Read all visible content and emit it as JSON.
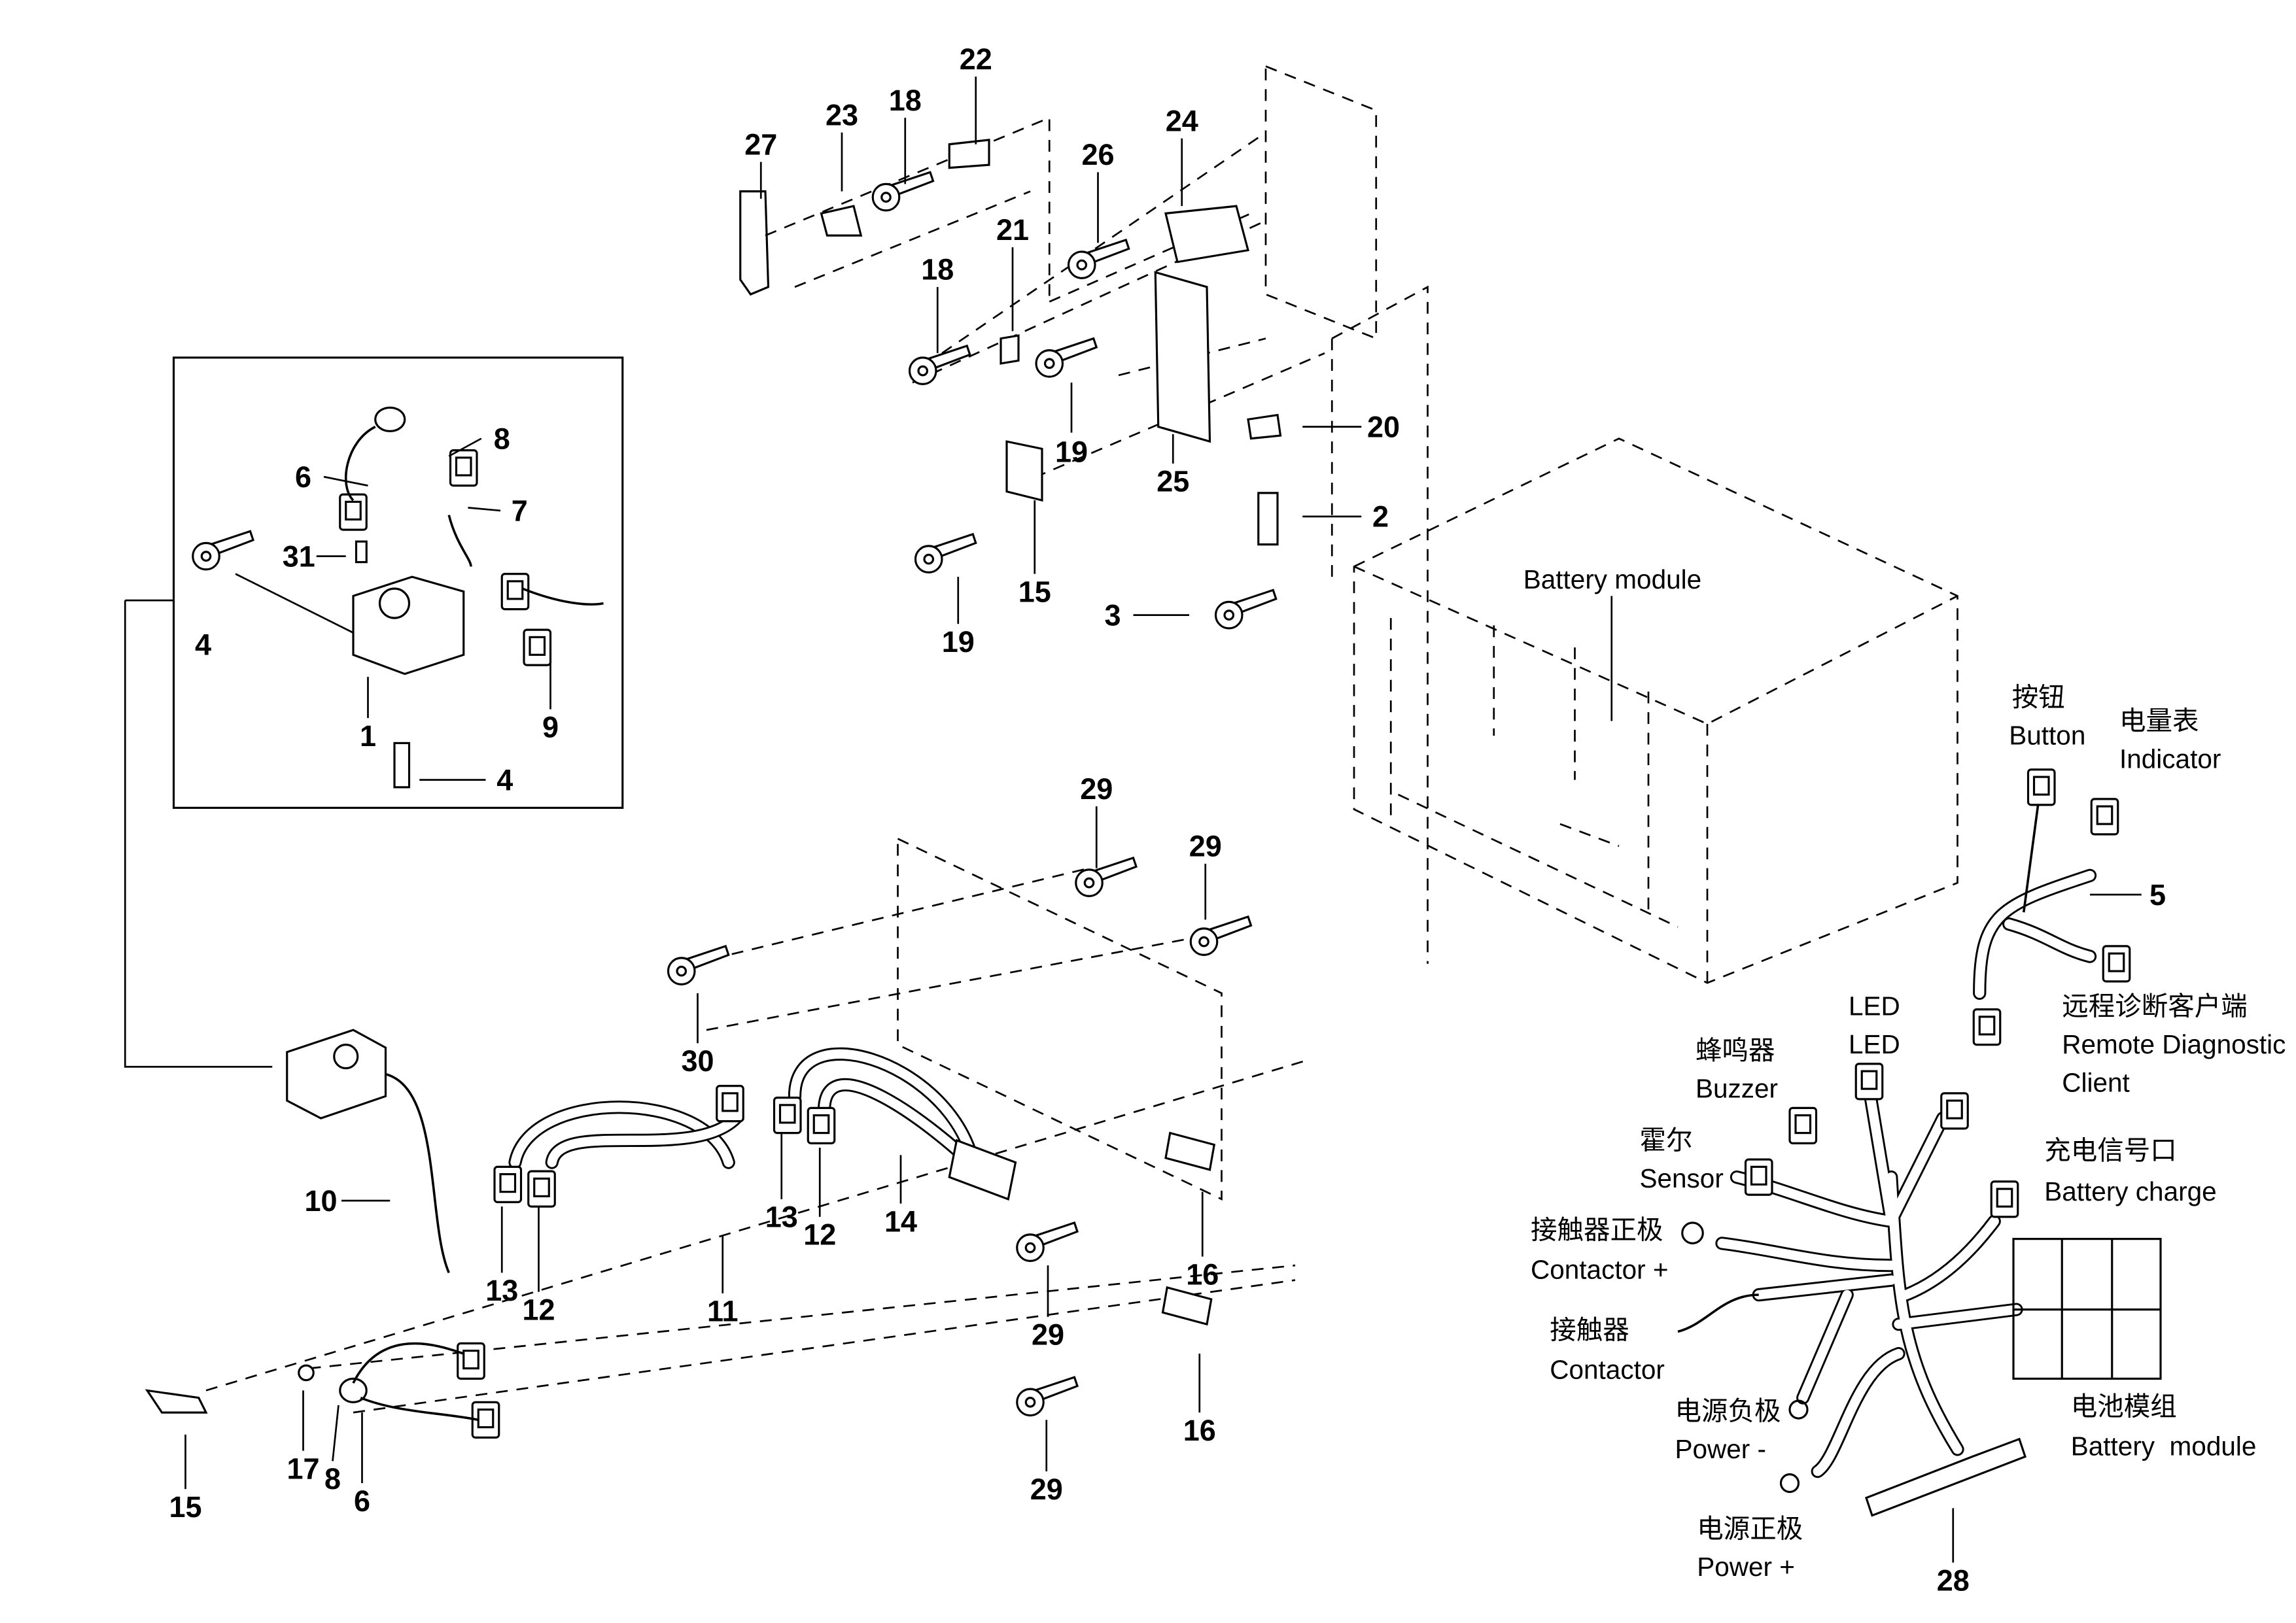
{
  "diagram": {
    "type": "exploded parts diagram",
    "callouts": [
      "27",
      "23",
      "18",
      "22",
      "24",
      "26",
      "21",
      "18",
      "19",
      "25",
      "20",
      "2",
      "15",
      "19",
      "3",
      "8",
      "6",
      "7",
      "31",
      "4",
      "1",
      "9",
      "4",
      "29",
      "29",
      "30",
      "10",
      "13",
      "12",
      "11",
      "13",
      "12",
      "14",
      "16",
      "29",
      "16",
      "29",
      "15",
      "17",
      "8",
      "6",
      "5",
      "28"
    ],
    "battery_module_label": "Battery module",
    "harness_5": {
      "button_cn": "按钮",
      "button_en": "Button",
      "indicator_cn": "电量表",
      "indicator_en": "Indicator",
      "remote_cn": "远程诊断客户端",
      "remote_en_1": "Remote Diagnostic",
      "remote_en_2": "Client"
    },
    "harness_28": {
      "led_1": "LED",
      "led_2": "LED",
      "buzzer_cn": "蜂鸣器",
      "buzzer_en": "Buzzer",
      "sensor_cn": "霍尔",
      "sensor_en": "Sensor",
      "charge_cn": "充电信号口",
      "charge_en": "Battery charge",
      "contactor_plus_cn": "接触器正极",
      "contactor_plus_en": "Contactor +",
      "contactor_cn": "接触器",
      "contactor_en": "Contactor",
      "power_minus_cn": "电源负极",
      "power_minus_en": "Power -",
      "power_plus_cn": "电源正极",
      "power_plus_en": "Power +",
      "module_cn": "电池模组",
      "module_en": "Battery  module"
    }
  }
}
